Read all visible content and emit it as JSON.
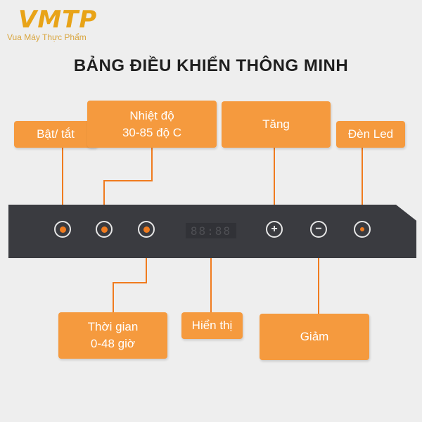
{
  "brand": {
    "logo_text": "VMTP",
    "tagline": "Vua Máy Thực Phẩm"
  },
  "title": "BẢNG ĐIỀU KHIỂN THÔNG MINH",
  "callouts": {
    "power": {
      "line1": "Bật/ tắt"
    },
    "temperature": {
      "line1": "Nhiệt độ",
      "line2": "30-85 độ C"
    },
    "increase": {
      "line1": "Tăng"
    },
    "led": {
      "line1": "Đèn Led"
    },
    "timer": {
      "line1": "Thời gian",
      "line2": "0-48 giờ"
    },
    "display": {
      "line1": "Hiển thị"
    },
    "decrease": {
      "line1": "Giảm"
    }
  },
  "panel": {
    "display_readout": "88:88",
    "plus_symbol": "+",
    "minus_symbol": "−"
  },
  "colors": {
    "accent": "#f59a3e",
    "panel": "#3a3b40",
    "background": "#eeeeee"
  }
}
